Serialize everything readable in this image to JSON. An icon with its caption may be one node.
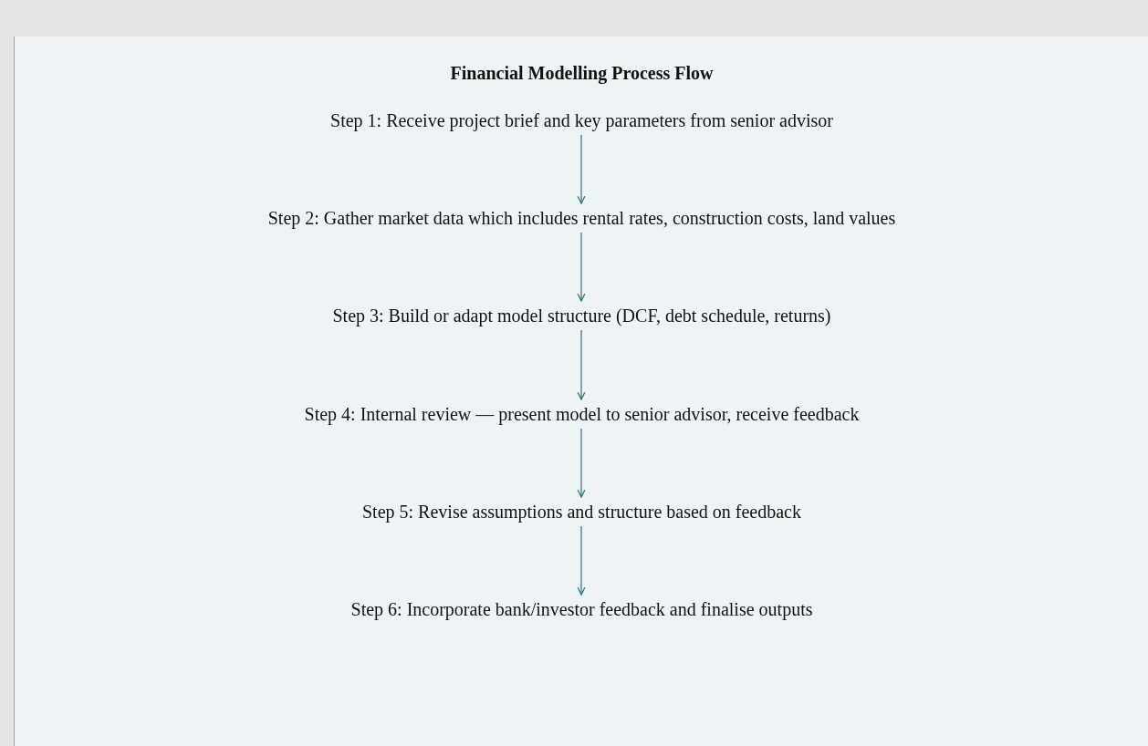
{
  "diagram": {
    "title": "Financial Modelling Process Flow",
    "nodes": [
      {
        "text": [
          "Step 1: Receive project brief and key parameters from senior advisor"
        ]
      },
      {
        "text": [
          "Step 2: Gather market data which includes rental rates, construction costs, land values"
        ]
      },
      {
        "text": [
          "Step 3: Build or adapt model structure (DCF, debt schedule, returns)"
        ]
      },
      {
        "text": [
          "Step 4: Internal review — present model to senior advisor, receive feedback"
        ]
      },
      {
        "text": [
          "Step 5: Revise assumptions and structure based on feedback"
        ]
      },
      {
        "text": [
          "Step 6: Incorporate bank/investor feedback and finalise outputs"
        ]
      }
    ],
    "edges": [
      {
        "from": 0,
        "to": 1,
        "arrow": "to"
      },
      {
        "from": 1,
        "to": 2,
        "arrow": "to"
      },
      {
        "from": 2,
        "to": 3,
        "arrow": "to"
      },
      {
        "from": 3,
        "to": 4,
        "arrow": "to"
      },
      {
        "from": 4,
        "to": 5,
        "arrow": "to"
      }
    ]
  }
}
